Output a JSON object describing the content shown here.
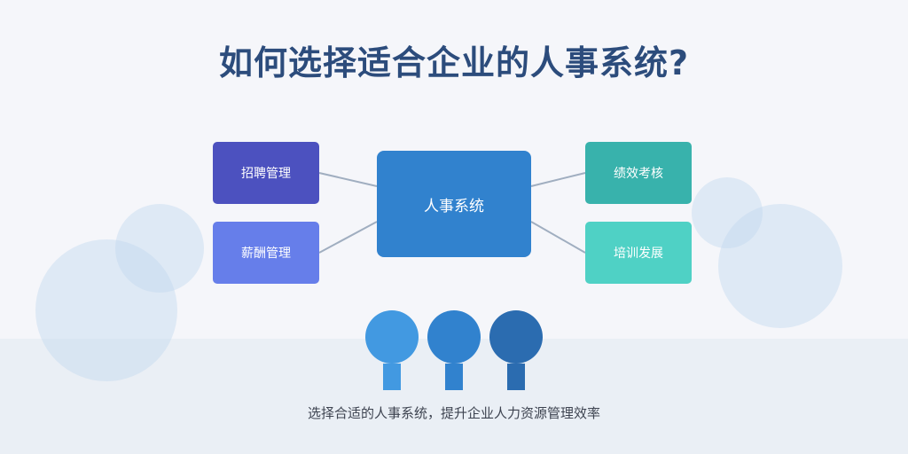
{
  "title": "如何选择适合企业的人事系统?",
  "center_node": {
    "label": "人事系统",
    "color": "#3182ce"
  },
  "left_nodes": [
    {
      "label": "招聘管理",
      "color": "#4c51bf"
    },
    {
      "label": "薪酬管理",
      "color": "#667eea"
    }
  ],
  "right_nodes": [
    {
      "label": "绩效考核",
      "color": "#38b2ac"
    },
    {
      "label": "培训发展",
      "color": "#4fd1c5"
    }
  ],
  "people_colors": [
    "#4299e1",
    "#3182ce",
    "#2b6cb0"
  ],
  "caption": "选择合适的人事系统，提升企业人力资源管理效率"
}
